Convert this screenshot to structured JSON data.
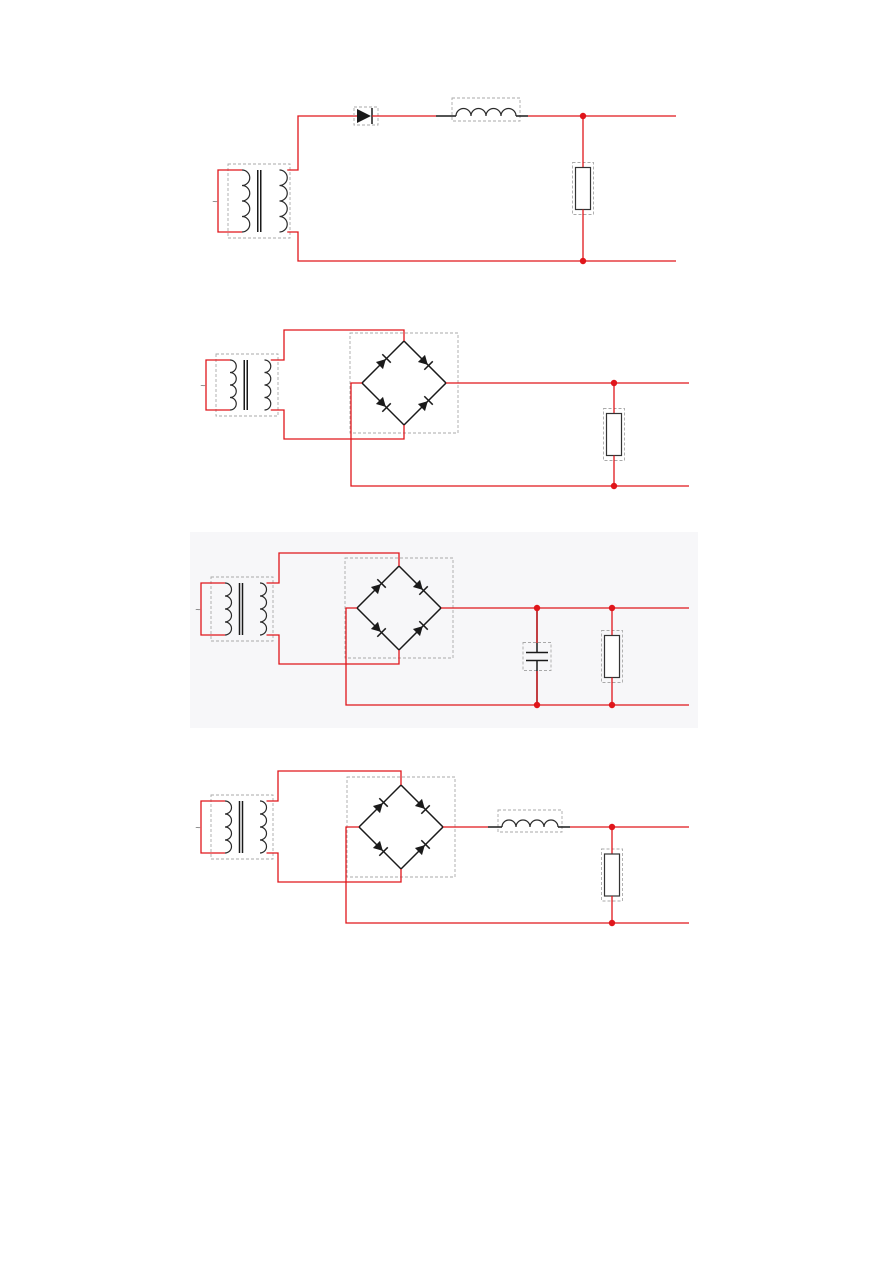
{
  "document": {
    "background_color": "#ffffff",
    "wire_color": "#e0161b",
    "component_color": "#1a1a1a",
    "outline_color": "#a9a9a9"
  },
  "figures": [
    {
      "id": "half-wave-rectifier-inductor",
      "rectifier": "single-diode",
      "filter": [
        "inductor"
      ],
      "load": "resistor",
      "ac_symbol": "~"
    },
    {
      "id": "bridge-rectifier",
      "rectifier": "diode-bridge",
      "filter": [],
      "load": "resistor",
      "ac_symbol": "~"
    },
    {
      "id": "bridge-rectifier-capacitor",
      "rectifier": "diode-bridge",
      "filter": [
        "capacitor"
      ],
      "load": "resistor",
      "ac_symbol": "~",
      "background_color": "#f7f7f9"
    },
    {
      "id": "bridge-rectifier-inductor",
      "rectifier": "diode-bridge",
      "filter": [
        "inductor"
      ],
      "load": "resistor",
      "ac_symbol": "~"
    }
  ]
}
